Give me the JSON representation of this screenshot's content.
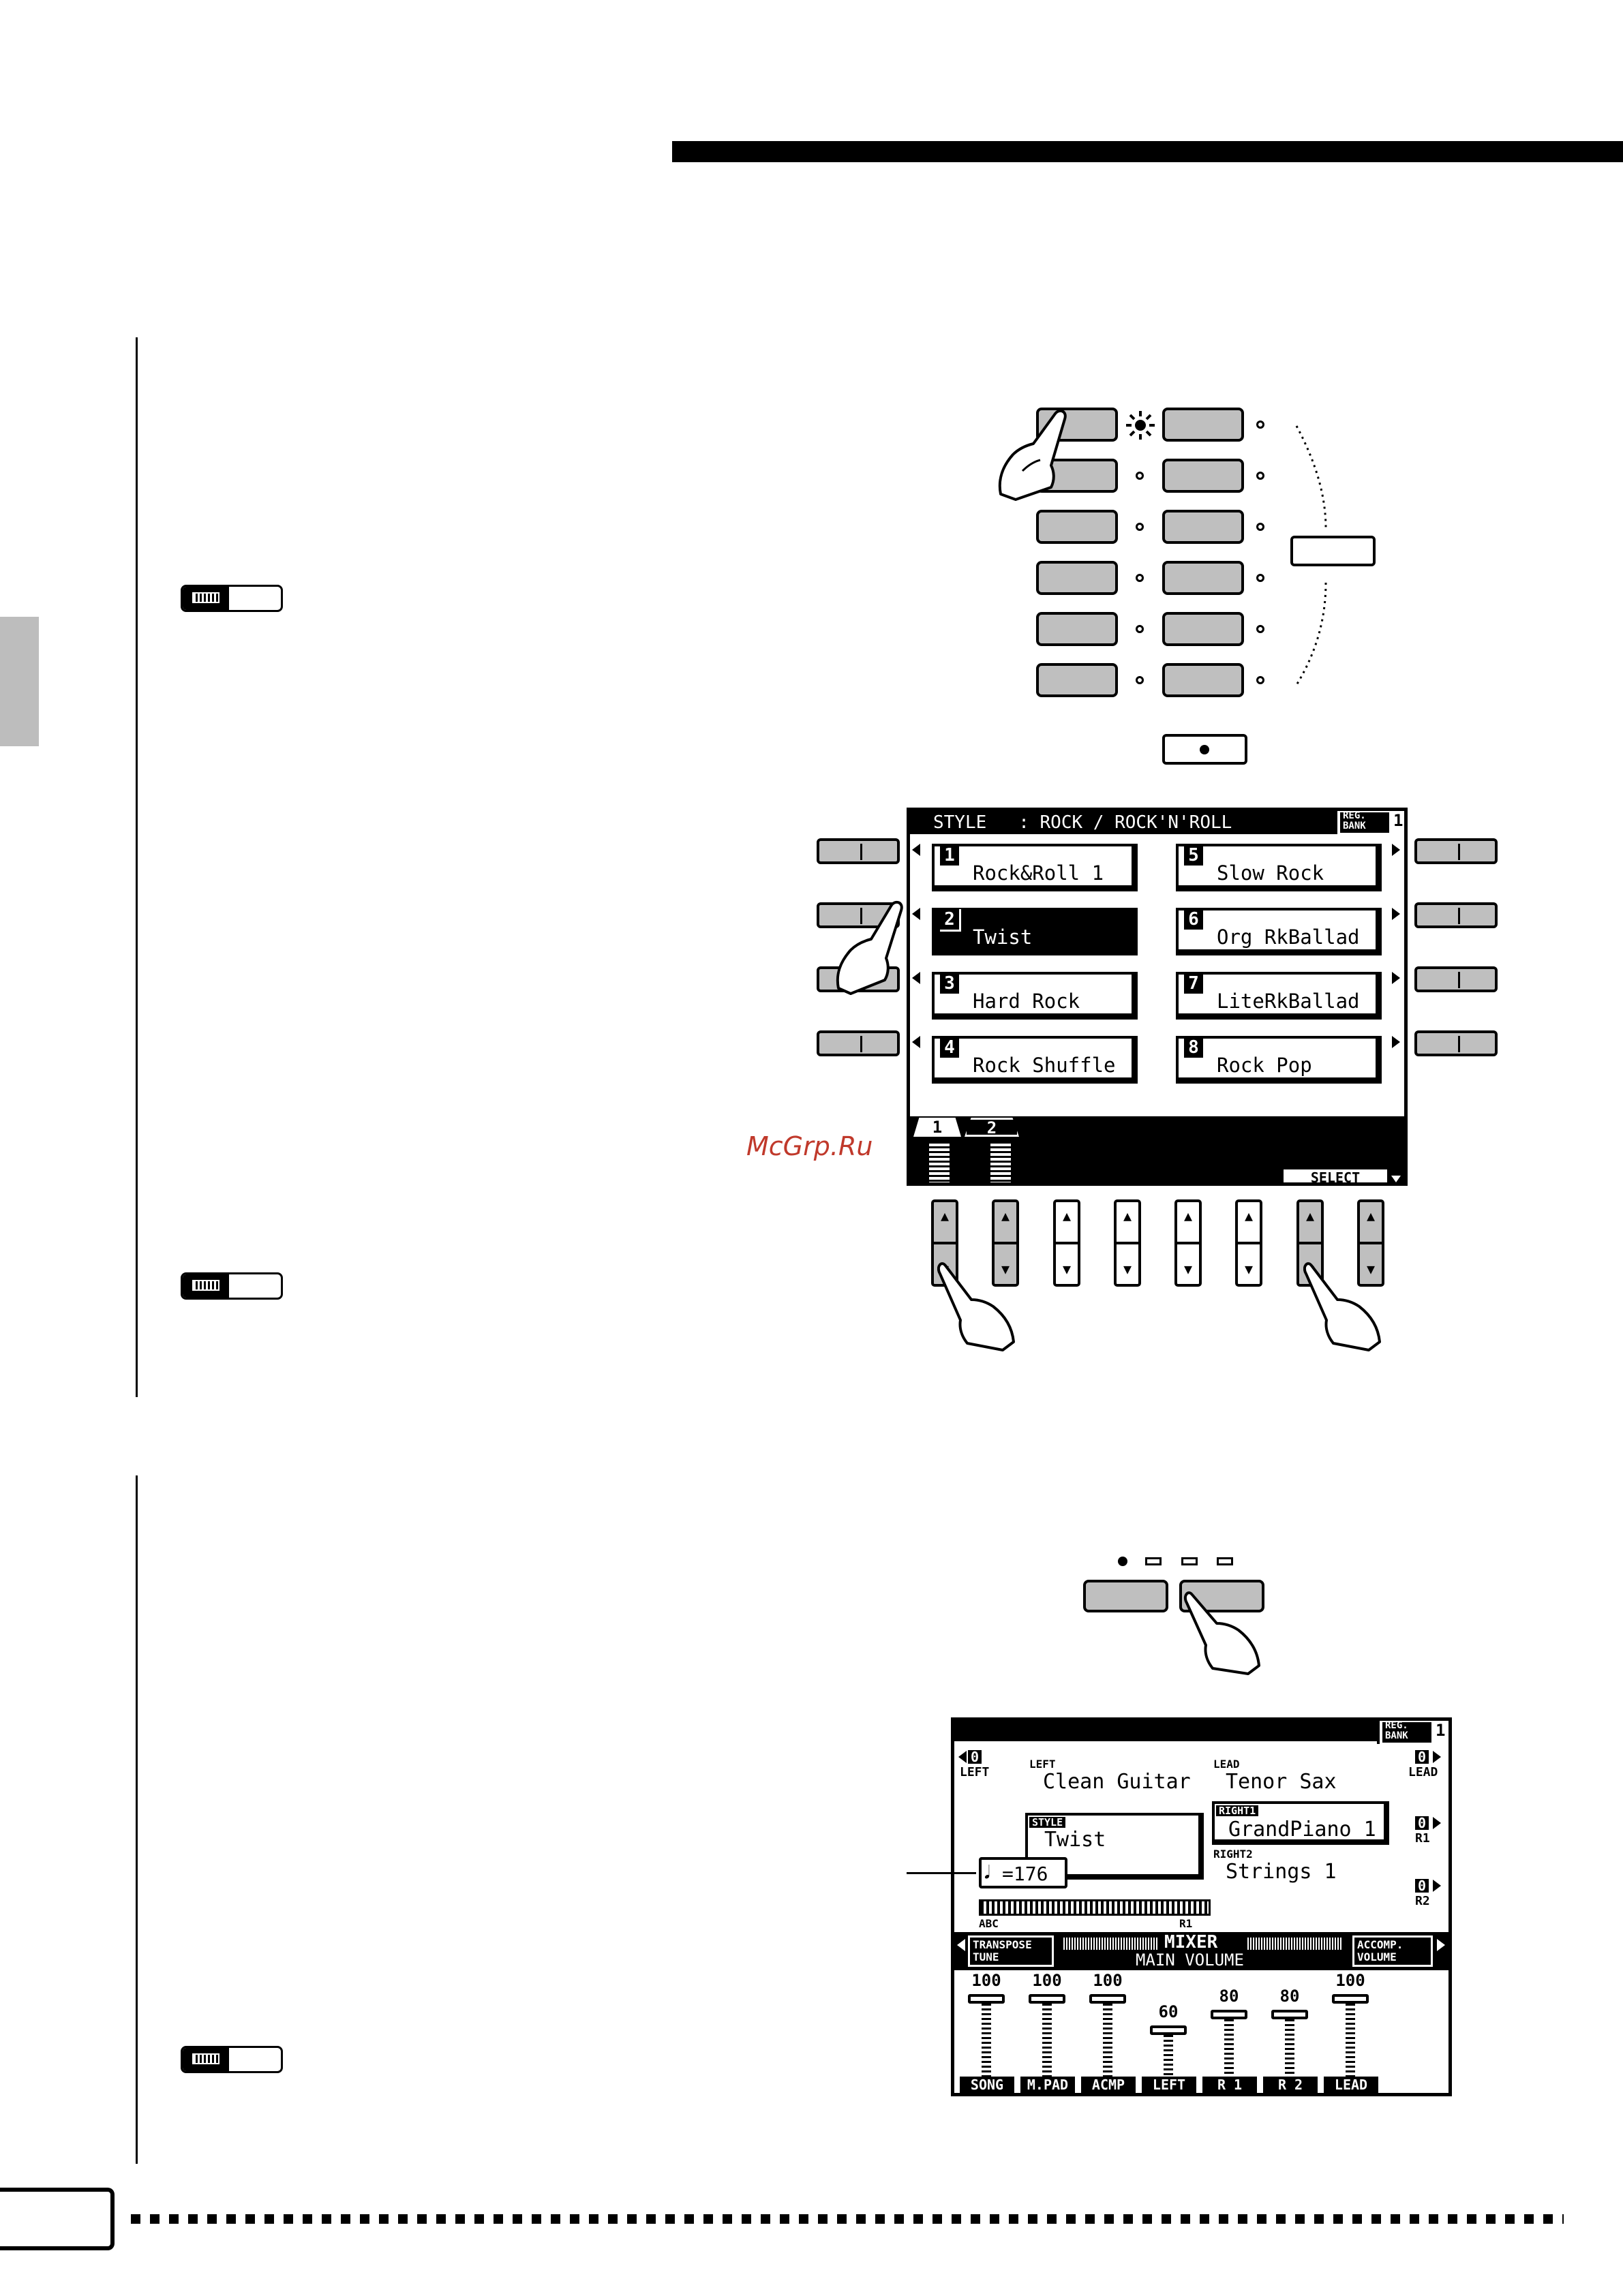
{
  "watermark": "McGrp.Ru",
  "style_screen": {
    "header_left": "STYLE   : ROCK / ROCK'N'ROLL",
    "reg_bank_label_1": "REG.",
    "reg_bank_label_2": "BANK",
    "reg_bank_value": "1",
    "slots": [
      {
        "num": "1",
        "name": "Rock&Roll 1",
        "selected": false
      },
      {
        "num": "2",
        "name": "Twist",
        "selected": true
      },
      {
        "num": "3",
        "name": "Hard Rock",
        "selected": false
      },
      {
        "num": "4",
        "name": "Rock Shuffle",
        "selected": false
      },
      {
        "num": "5",
        "name": "Slow Rock",
        "selected": false
      },
      {
        "num": "6",
        "name": "Org RkBallad",
        "selected": false
      },
      {
        "num": "7",
        "name": "LiteRkBallad",
        "selected": false
      },
      {
        "num": "8",
        "name": "Rock Pop",
        "selected": false
      }
    ],
    "tabs": [
      "1",
      "2"
    ],
    "select_label": "SELECT"
  },
  "main_screen": {
    "reg_bank_label_1": "REG.",
    "reg_bank_label_2": "BANK",
    "reg_bank_value": "1",
    "left_octave": "0",
    "left_octave_label": "LEFT",
    "lead_octave": "0",
    "lead_octave_label": "LEAD",
    "r1_octave": "0",
    "r1_octave_label": "R1",
    "r2_octave": "0",
    "r2_octave_label": "R2",
    "left_label": "LEFT",
    "left_voice": "Clean Guitar",
    "lead_label": "LEAD",
    "lead_voice": "Tenor Sax",
    "right1_label": "RIGHT1",
    "right1_voice": "GrandPiano 1",
    "right2_label": "RIGHT2",
    "right2_voice": "Strings 1",
    "style_label": "STYLE",
    "style_name": "Twist",
    "tempo": "=176",
    "abc_label": "ABC",
    "r1_label": "R1",
    "transpose_label_1": "TRANSPOSE",
    "transpose_label_2": "TUNE",
    "mixer_label": "MIXER",
    "main_volume_label": "MAIN VOLUME",
    "accomp_label_1": "ACCOMP.",
    "accomp_label_2": "VOLUME",
    "channels": [
      {
        "name": "SONG",
        "value": "100",
        "level": 100
      },
      {
        "name": "M.PAD",
        "value": "100",
        "level": 100
      },
      {
        "name": "ACMP",
        "value": "100",
        "level": 100
      },
      {
        "name": "LEFT",
        "value": "60",
        "level": 60
      },
      {
        "name": "R 1",
        "value": "80",
        "level": 80
      },
      {
        "name": "R 2",
        "value": "80",
        "level": 80
      },
      {
        "name": "LEAD",
        "value": "100",
        "level": 100
      }
    ]
  }
}
